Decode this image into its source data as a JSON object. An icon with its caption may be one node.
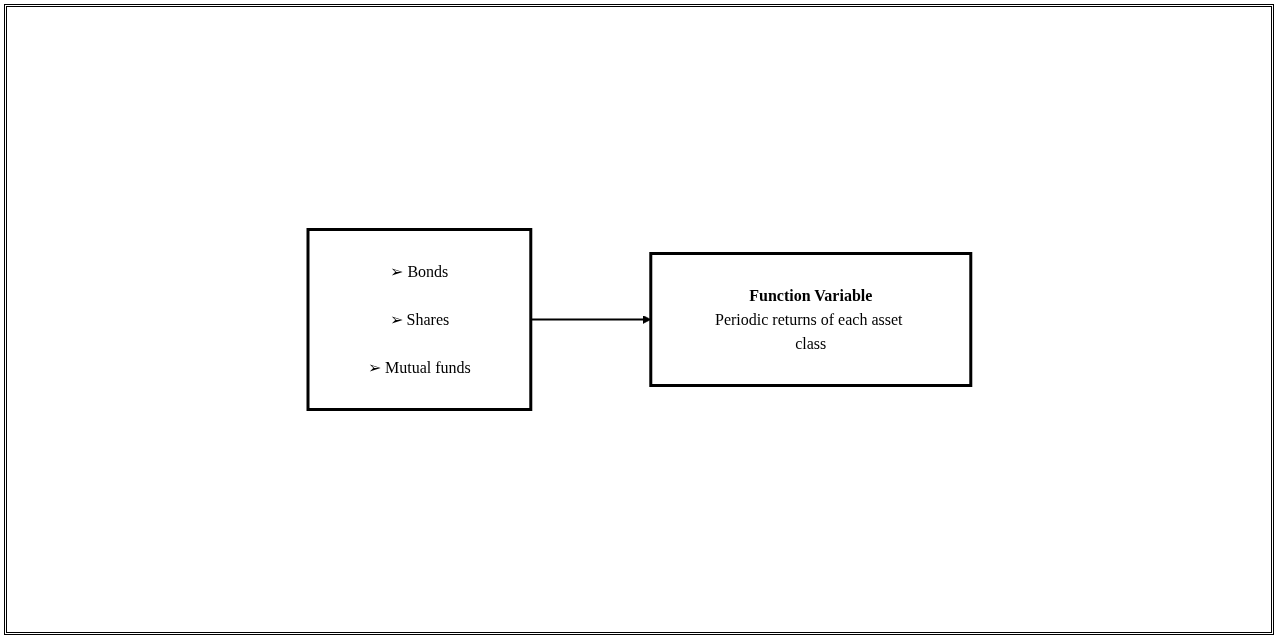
{
  "diagram": {
    "nodes": [
      {
        "text": [
          "➢ Bonds",
          "➢ Shares",
          "➢ Mutual funds"
        ]
      },
      {
        "text": [
          "Function Variable",
          "Periodic returns of each asset class"
        ]
      }
    ],
    "edges": [
      {
        "from": 0,
        "to": 1,
        "arrow": "to"
      }
    ]
  }
}
